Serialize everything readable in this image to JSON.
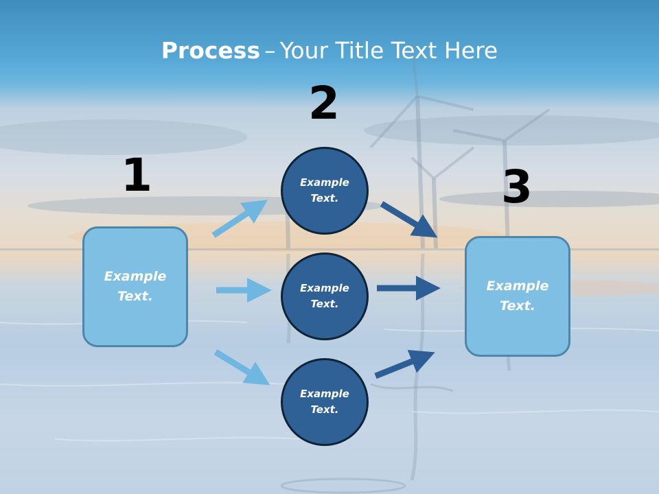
{
  "title": {
    "bold": "Process",
    "separator": "–",
    "rest": "Your Title Text Here"
  },
  "steps": {
    "one": "1",
    "two": "2",
    "three": "3"
  },
  "left_box": {
    "text": "Example\nText."
  },
  "right_box": {
    "text": "Example\nText."
  },
  "circles": [
    {
      "text": "Example\nText."
    },
    {
      "text": "Example\nText."
    },
    {
      "text": "Example\nText."
    }
  ],
  "colors": {
    "box_fill": "#7fbfe3",
    "circle_fill": "#2f6096",
    "arrow_light": "#6fb6e0",
    "arrow_dark": "#2d5f96"
  }
}
